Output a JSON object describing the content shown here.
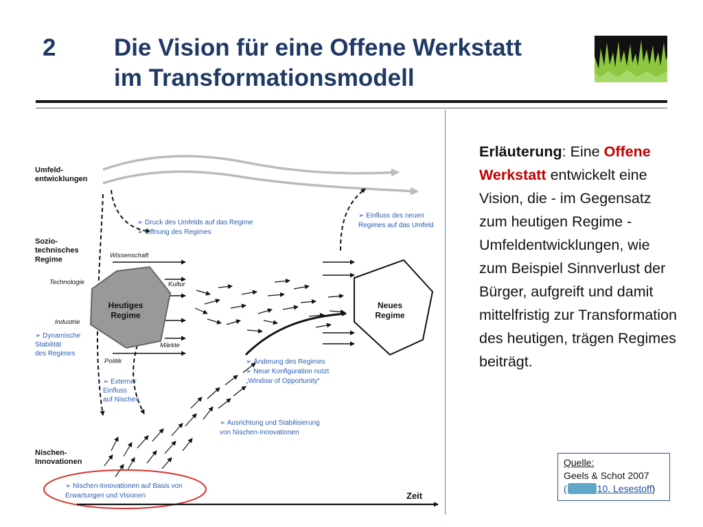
{
  "title": {
    "number": "2",
    "line1": "Die Vision für eine Offene Werkstatt",
    "line2": "im Transformationsmodell"
  },
  "colors": {
    "title": "#1f3864",
    "highlight": "#c00000",
    "diagram_notes": "#2a5db0",
    "hexagon_fill": "#999999",
    "focus_ellipse": "#d9302c",
    "divider": "#5b7fc7"
  },
  "diagram": {
    "levels": {
      "landscape": "Umfeld-\nentwicklungen",
      "regime": "Sozio-\ntechnisches\nRegime",
      "niches": "Nischen-\nInnovationen"
    },
    "regime_dimensions": [
      "Wissenschaft",
      "Kultur",
      "Märkte",
      "Politik",
      "Industrie",
      "Technologie"
    ],
    "current_regime": "Heutiges\nRegime",
    "new_regime": "Neues\nRegime",
    "notes": {
      "landscape_pressure": [
        "Druck des Umfelds auf das Regime",
        "Öffnung des Regimes"
      ],
      "new_regime_influence": [
        "Einfluss des neuen",
        "Regimes auf das Umfeld"
      ],
      "dynamic_stability": [
        "Dynamische",
        "Stabilität",
        "des Regimes"
      ],
      "external_influence": [
        "Externer",
        "Einfluss",
        "auf Nischen"
      ],
      "regime_change": [
        "Änderung des Regimes",
        "Neue Konfiguration nutzt",
        "„Window of Opportunity“"
      ],
      "alignment": [
        "Ausrichtung und Stabilisierung",
        "von Nischen-Innovationen"
      ],
      "niche_basis": [
        "Nischen-Innovationen auf Basis von",
        "Erwartungen und Visionen"
      ]
    },
    "time_axis": "Zeit"
  },
  "explanation": {
    "term": "Erläuterung",
    "intro": ": Eine",
    "highlight": "Offene Werkstatt",
    "body": "entwickelt eine Vision, die - im Gegensatz zum heutigen Regime - Umfeldentwicklungen, wie zum Beispiel Sinnverlust der Bürger, aufgreift und damit mittelfristig zur Transformation des heutigen, trägen Regimes beiträgt."
  },
  "source": {
    "label": "Quelle:",
    "citation": "Geels & Schot 2007",
    "link_prefix": "(",
    "link_icon": "handshake-icon",
    "link_text": "10. Lesestoff",
    "link_suffix": ")"
  }
}
